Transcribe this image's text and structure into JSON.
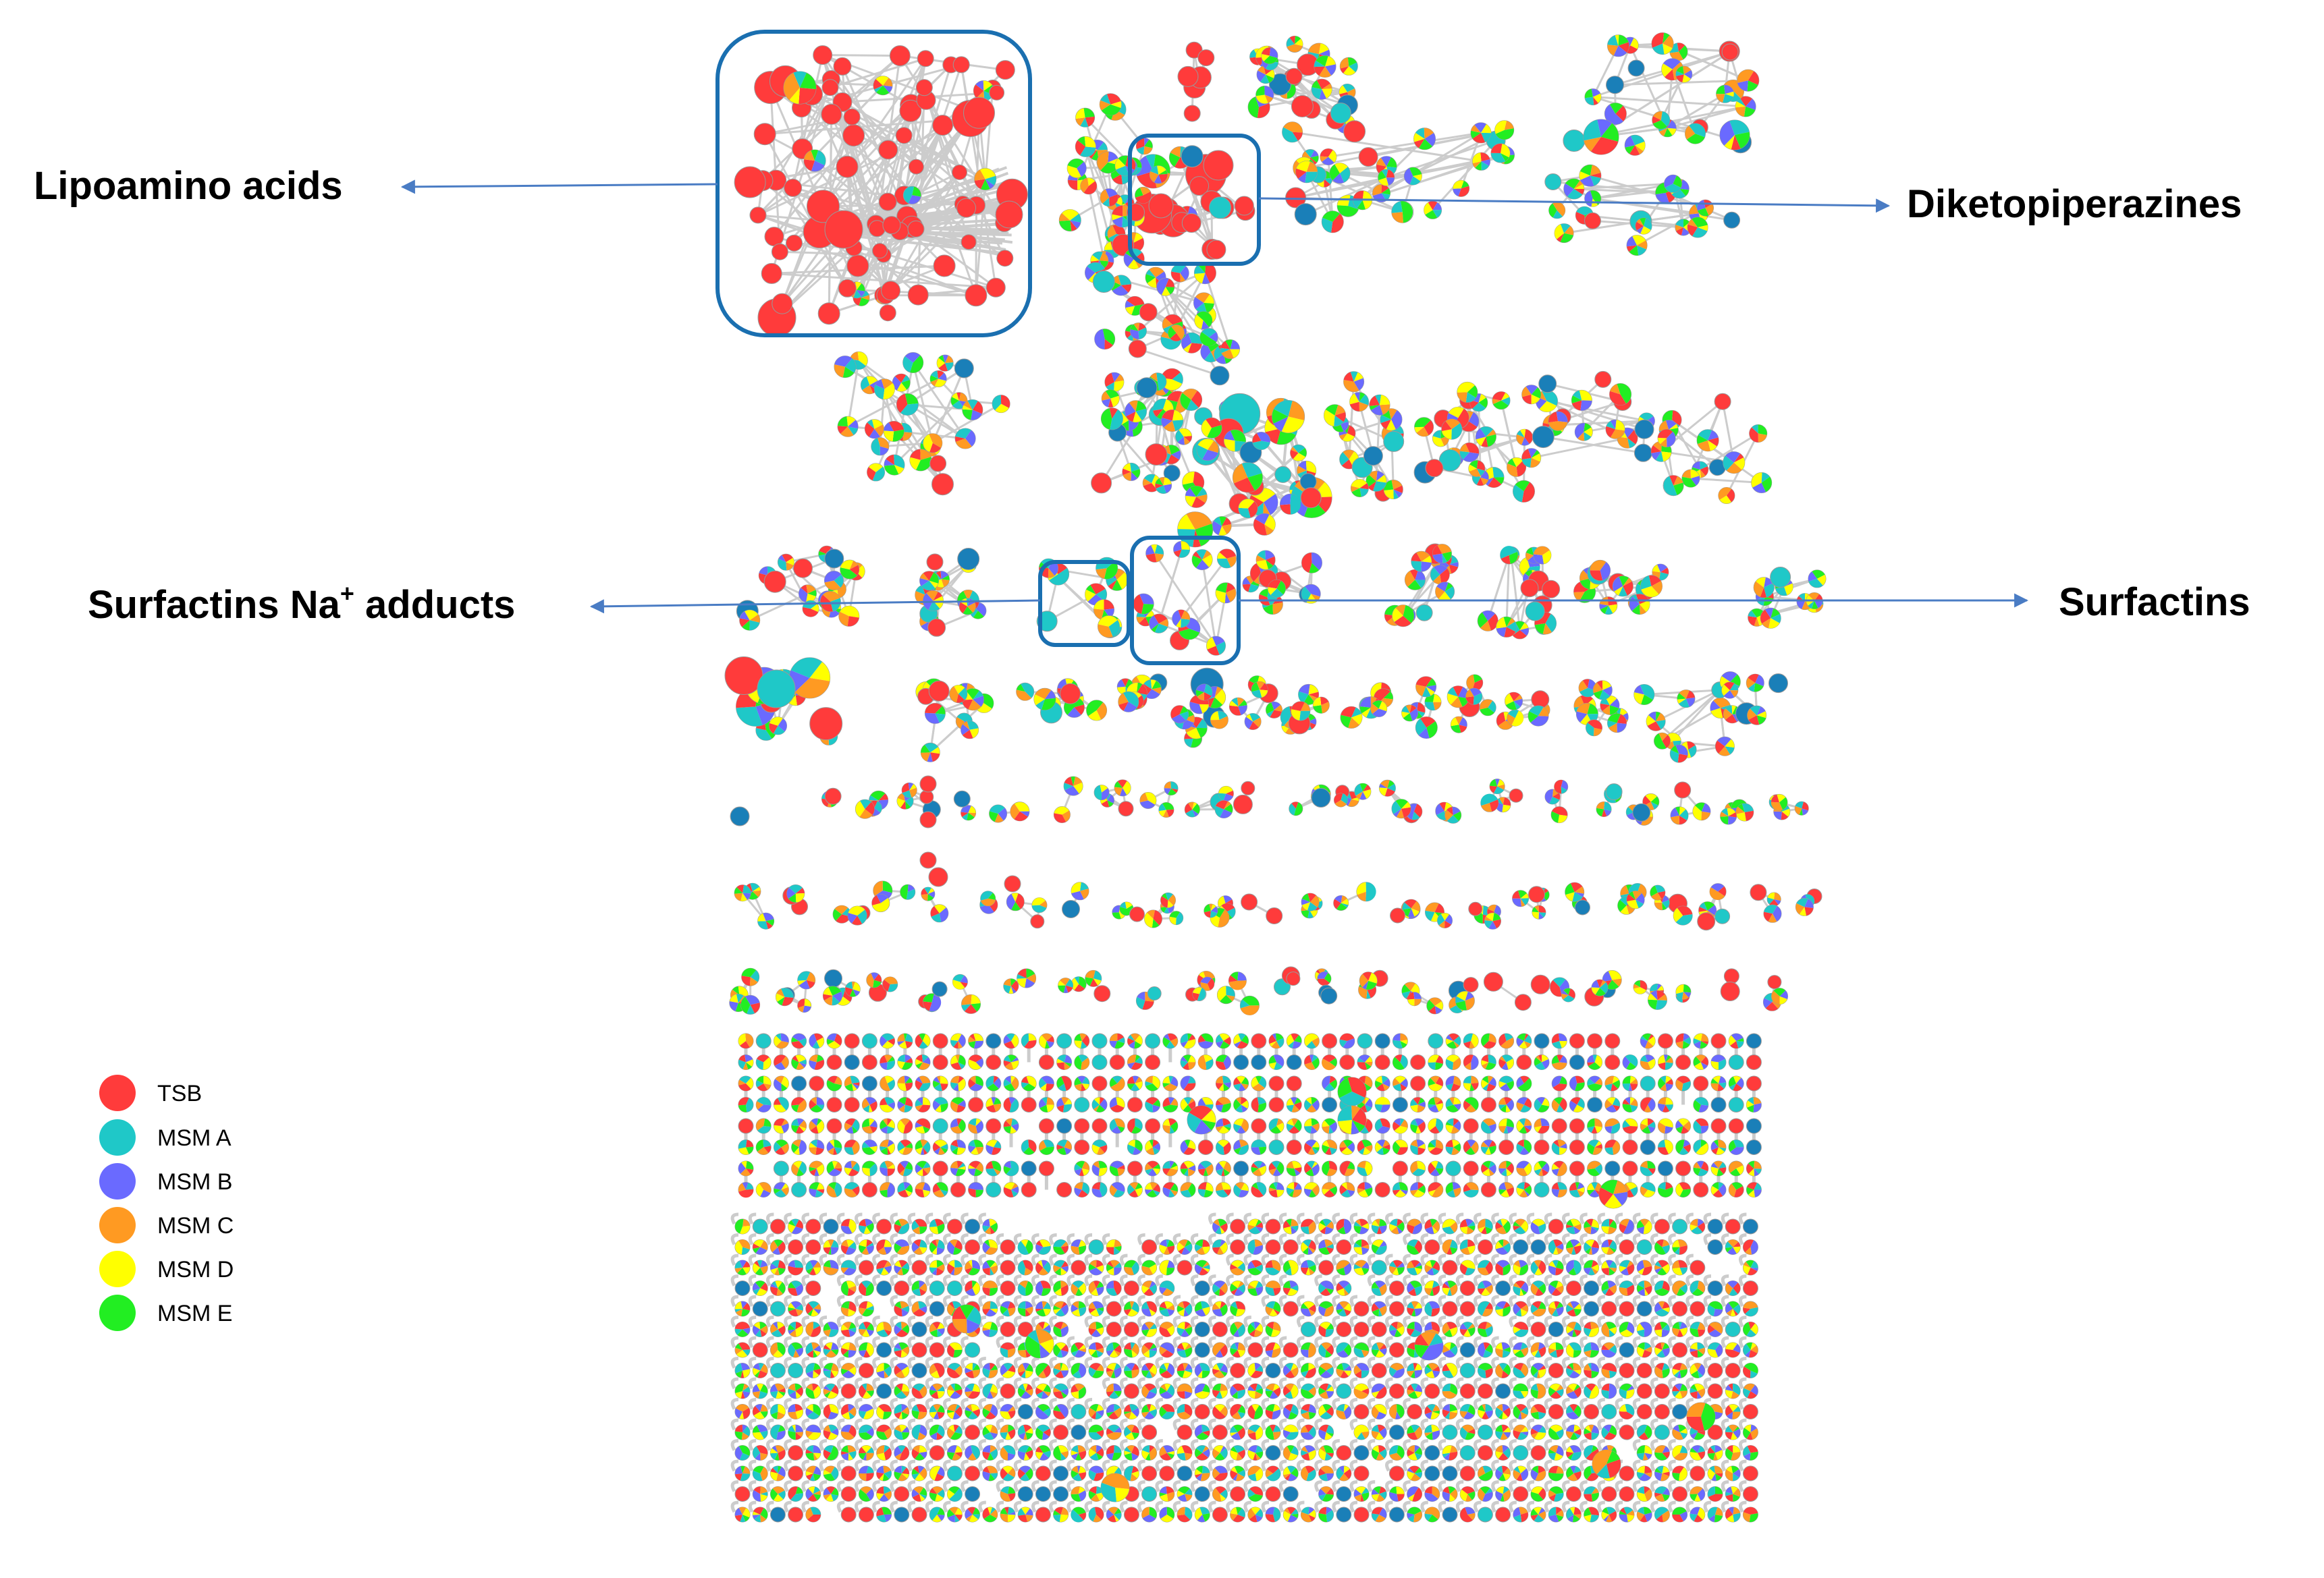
{
  "annotations": {
    "lipoamino": "Lipoamino acids",
    "diketopiperazines": "Diketopiperazines",
    "surfactins_na_main": "Surfactins Na",
    "surfactins_na_sup": "+",
    "surfactins_na_tail": " adducts",
    "surfactins": "Surfactins"
  },
  "legend": [
    {
      "label": "TSB",
      "color": "#ff3b3b"
    },
    {
      "label": "MSM A",
      "color": "#1fc8c8"
    },
    {
      "label": "MSM B",
      "color": "#6a6aff"
    },
    {
      "label": "MSM C",
      "color": "#ff9a22"
    },
    {
      "label": "MSM D",
      "color": "#ffff00"
    },
    {
      "label": "MSM E",
      "color": "#22ee22"
    }
  ],
  "colors": {
    "box_stroke": "#1a6fb0",
    "arrow": "#4a7cc4",
    "edge": "#cccccc",
    "dark_blue_node": "#1a7fb8"
  }
}
